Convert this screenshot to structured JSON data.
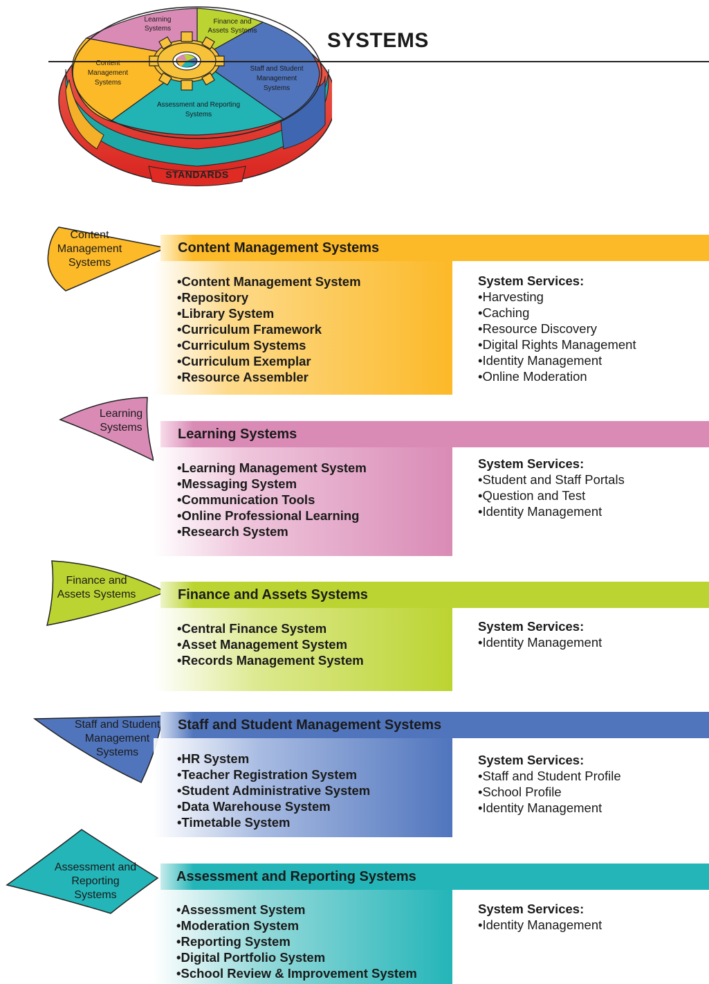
{
  "hero": {
    "title": "SYSTEMS",
    "wheel_segments": {
      "learning": "Learning Systems",
      "finance": "Finance and Assets Systems",
      "content": "Content Management Systems",
      "staff": "Staff and Student Management Systems",
      "assessment": "Assessment and Reporting Systems"
    },
    "base_label": "STANDARDS"
  },
  "sections": [
    {
      "tag": "Content Management Systems",
      "title": "Content Management Systems",
      "color": "#fcb928",
      "systems": [
        "Content Management System",
        "Repository",
        "Library System",
        "Curriculum Framework",
        "Curriculum Systems",
        "Curriculum Exemplar",
        "Resource Assembler"
      ],
      "services_heading": "System Services:",
      "services": [
        "Harvesting",
        "Caching",
        "Resource Discovery",
        "Digital Rights Management",
        "Identity Management",
        "Online Moderation"
      ]
    },
    {
      "tag": "Learning Systems",
      "title": "Learning Systems",
      "color": "#d98bb6",
      "systems": [
        "Learning Management System",
        "Messaging System",
        "Communication Tools",
        "Online Professional Learning",
        "Research System"
      ],
      "services_heading": "System Services:",
      "services": [
        "Student and Staff Portals",
        "Question and Test",
        "Identity Management"
      ]
    },
    {
      "tag": "Finance and Assets Systems",
      "title": "Finance and Assets Systems",
      "color": "#bcd431",
      "systems": [
        "Central Finance System",
        "Asset Management System",
        "Records Management System"
      ],
      "services_heading": "System Services:",
      "services": [
        "Identity Management"
      ]
    },
    {
      "tag": "Staff and Student Management Systems",
      "title": "Staff and Student Management Systems",
      "color": "#5075bd",
      "systems": [
        "HR System",
        "Teacher Registration System",
        "Student Administrative System",
        "Data Warehouse System",
        "Timetable System"
      ],
      "services_heading": "System Services:",
      "services": [
        "Staff and Student Profile",
        "School Profile",
        "Identity Management"
      ]
    },
    {
      "tag": "Assessment and Reporting Systems",
      "title": "Assessment and Reporting Systems",
      "color": "#24b5b8",
      "systems": [
        "Assessment System",
        "Moderation System",
        "Reporting System",
        "Digital Portfolio System",
        "School Review & Improvement System"
      ],
      "services_heading": "System Services:",
      "services": [
        "Identity Management"
      ]
    }
  ]
}
